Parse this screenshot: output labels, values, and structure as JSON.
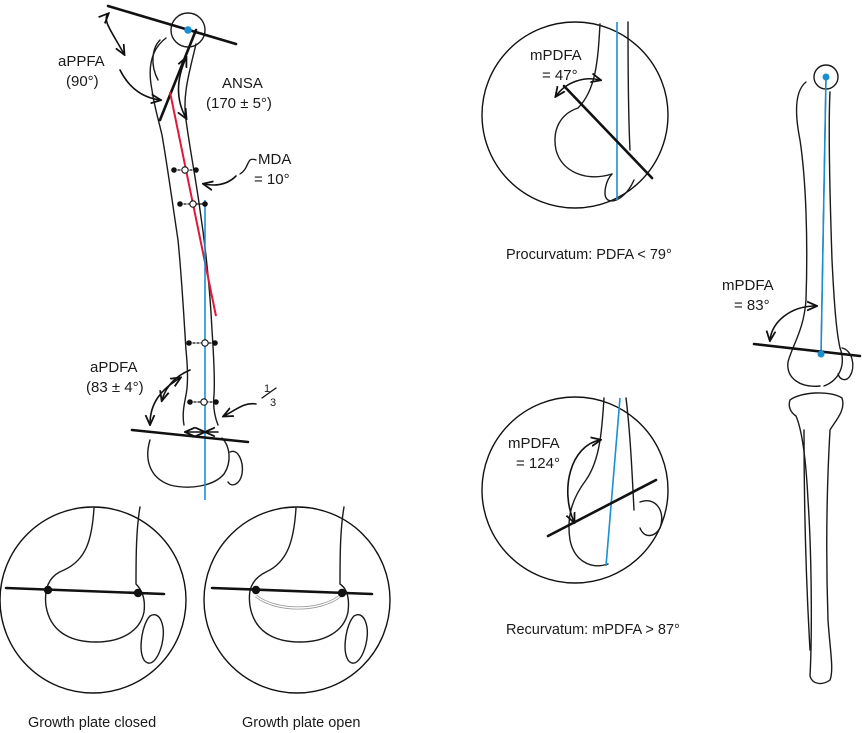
{
  "labels": {
    "appfa": "aPPFA",
    "appfa_val": "(90°)",
    "ansa": "ANSA",
    "ansa_val": "(170 ± 5°)",
    "mda": "MDA",
    "mda_val": "= 10°",
    "apdfa": "aPDFA",
    "apdfa_val": "(83 ± 4°)",
    "one": "1",
    "three": "3",
    "pro_mpdfa": "mPDFA",
    "pro_mpdfa_val": "= 47°",
    "rec_mpdfa": "mPDFA",
    "rec_mpdfa_val": "= 124°",
    "leg_mpdfa": "mPDFA",
    "leg_mpdfa_val": "= 83°"
  },
  "captions": {
    "procurvatum": "Procurvatum: PDFA < 79°",
    "recurvatum": "Recurvatum: mPDFA > 87°",
    "closed": "Growth plate closed",
    "open": "Growth plate open"
  },
  "colors": {
    "mechanical_axis": "#1a8fd0",
    "anatomic_axis": "#e0183a",
    "line": "#111111"
  }
}
